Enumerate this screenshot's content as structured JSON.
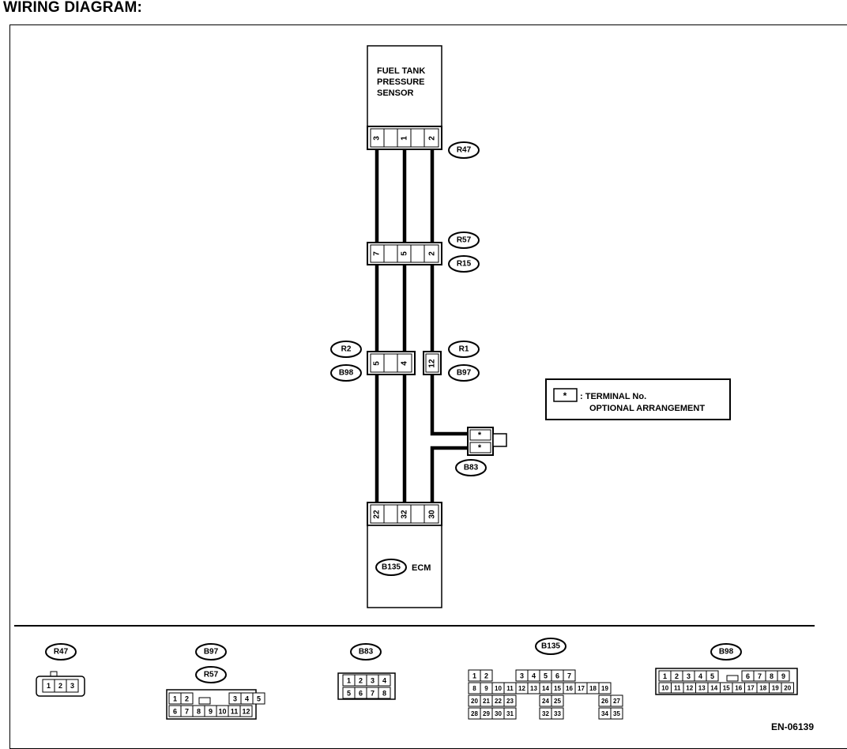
{
  "page": {
    "title": "WIRING DIAGRAM:",
    "code": "EN-06139"
  },
  "sensor": {
    "lines": [
      "FUEL TANK",
      "PRESSURE",
      "SENSOR"
    ]
  },
  "ecm": {
    "connector": "B135",
    "label": "ECM"
  },
  "connectors": {
    "sensor_terminals": [
      "3",
      "1",
      "2"
    ],
    "sensor_tag": "R47",
    "mid_terminals": [
      "7",
      "5",
      "2"
    ],
    "mid_tags": [
      "R57",
      "R15"
    ],
    "left_terminals": [
      "5",
      "4"
    ],
    "left_tags": [
      "R2",
      "B98"
    ],
    "right_terminals": [
      "12"
    ],
    "right_tags": [
      "R1",
      "B97"
    ],
    "ecm_terminals": [
      "22",
      "32",
      "30"
    ],
    "branch_pins": [
      "*",
      "*"
    ],
    "branch_tag": "B83"
  },
  "legend": {
    "symbol": "*",
    "line1": ": TERMINAL No.",
    "line2": "OPTIONAL ARRANGEMENT"
  },
  "faces": {
    "r47": {
      "tag": "R47",
      "pins": [
        "1",
        "2",
        "3"
      ]
    },
    "b97": {
      "tags": [
        "B97",
        "R57"
      ],
      "row1": [
        "1",
        "2",
        "3",
        "4",
        "5"
      ],
      "row2": [
        "6",
        "7",
        "8",
        "9",
        "10",
        "11",
        "12"
      ]
    },
    "b83": {
      "tag": "B83",
      "row1": [
        "1",
        "2",
        "3",
        "4"
      ],
      "row2": [
        "5",
        "6",
        "7",
        "8"
      ]
    },
    "b135": {
      "tag": "B135",
      "row1": [
        "1",
        "2",
        "3",
        "4",
        "5",
        "6",
        "7"
      ],
      "row2": [
        "8",
        "9",
        "10",
        "11",
        "12",
        "13",
        "14",
        "15",
        "16",
        "17",
        "18",
        "19"
      ],
      "row3": [
        "20",
        "21",
        "22",
        "23",
        "24",
        "25",
        "26",
        "27"
      ],
      "row4": [
        "28",
        "29",
        "30",
        "31",
        "32",
        "33",
        "34",
        "35"
      ]
    },
    "b98": {
      "tag": "B98",
      "row1": [
        "1",
        "2",
        "3",
        "4",
        "5",
        "6",
        "7",
        "8",
        "9"
      ],
      "row2": [
        "10",
        "11",
        "12",
        "13",
        "14",
        "15",
        "16",
        "17",
        "18",
        "19",
        "20"
      ]
    }
  }
}
